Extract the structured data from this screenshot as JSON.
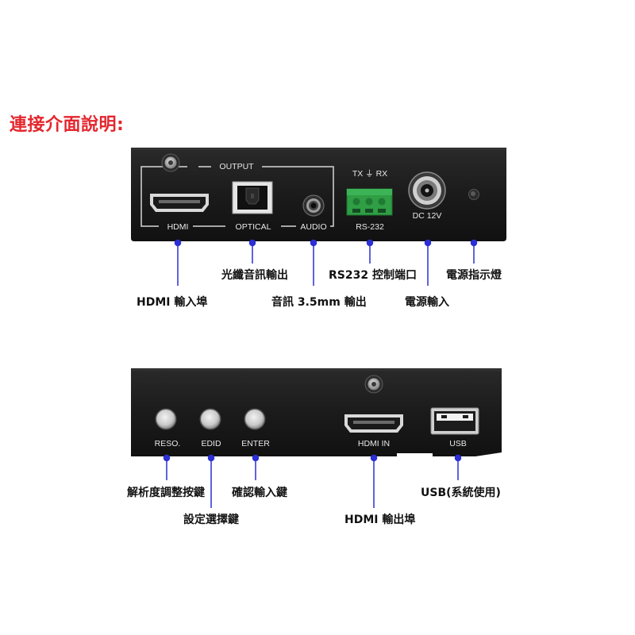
{
  "title": "連接介面說明:",
  "colors": {
    "title": "#e4262d",
    "leader": "#2b2fd4",
    "panel": "#1b1b1b",
    "panel_label": "#e8e8e8",
    "terminal_block": "#2f9e44"
  },
  "front_panel": {
    "output_group_label": "OUTPUT",
    "hdmi_label": "HDMI",
    "optical_label": "OPTICAL",
    "audio_label": "AUDIO",
    "rs232_pins_label": "TX ⏚ RX",
    "rs232_label": "RS-232",
    "dc_label": "DC 12V"
  },
  "rear_panel": {
    "reso_label": "RESO.",
    "edid_label": "EDID",
    "enter_label": "ENTER",
    "hdmi_in_label": "HDMI IN",
    "usb_label": "USB"
  },
  "callouts": {
    "hdmi_input_port": "HDMI 輸入埠",
    "optical_audio_output": "光纖音訊輸出",
    "audio_35mm_output": "音訊 3.5mm 輸出",
    "rs232_control_port": "RS232 控制端口",
    "power_input": "電源輸入",
    "power_indicator": "電源指示燈",
    "resolution_button": "解析度調整按鍵",
    "setting_select_button": "設定選擇鍵",
    "confirm_input_button": "確認輸入鍵",
    "hdmi_output_port": "HDMI 輸出埠",
    "usb_system_use": "USB(系統使用)"
  }
}
